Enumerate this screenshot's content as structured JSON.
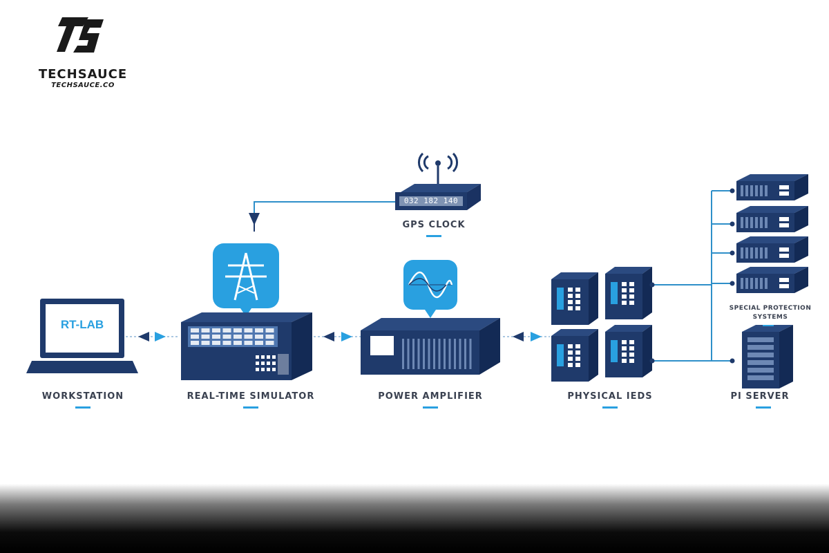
{
  "brand": {
    "name": "TECHSAUCE",
    "url": "TECHSAUCE.CO"
  },
  "workstation": {
    "screen_text": "RT-LAB",
    "label": "WORKSTATION"
  },
  "simulator": {
    "label": "REAL-TIME SIMULATOR"
  },
  "gps": {
    "display": "032 182 140",
    "label": "GPS CLOCK"
  },
  "amplifier": {
    "label": "POWER AMPLIFIER"
  },
  "ieds": {
    "label": "PHYSICAL IEDS"
  },
  "sps": {
    "label_line1": "SPECIAL PROTECTION",
    "label_line2": "SYSTEMS"
  },
  "pi": {
    "label": "PI SERVER"
  },
  "colors": {
    "navy": "#1f3a6b",
    "accent": "#29a0e0",
    "line": "#2e8fc9"
  }
}
